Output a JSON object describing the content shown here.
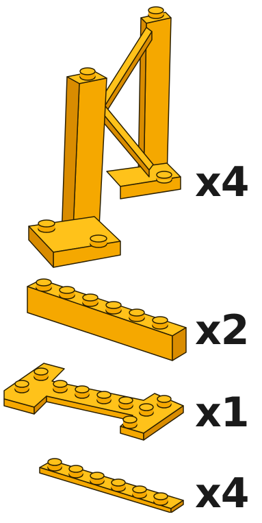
{
  "colors": {
    "brick_light": "#FFC21A",
    "brick_mid": "#F5A800",
    "brick_dark": "#D98C00",
    "outline": "#2a1f00",
    "text": "#1a1a1a"
  },
  "parts": [
    {
      "name": "support-pylon",
      "quantity_label": "x4"
    },
    {
      "name": "brick-1x6",
      "quantity_label": "x2"
    },
    {
      "name": "h-plate",
      "quantity_label": "x1"
    },
    {
      "name": "plate-1x6",
      "quantity_label": "x4"
    }
  ]
}
